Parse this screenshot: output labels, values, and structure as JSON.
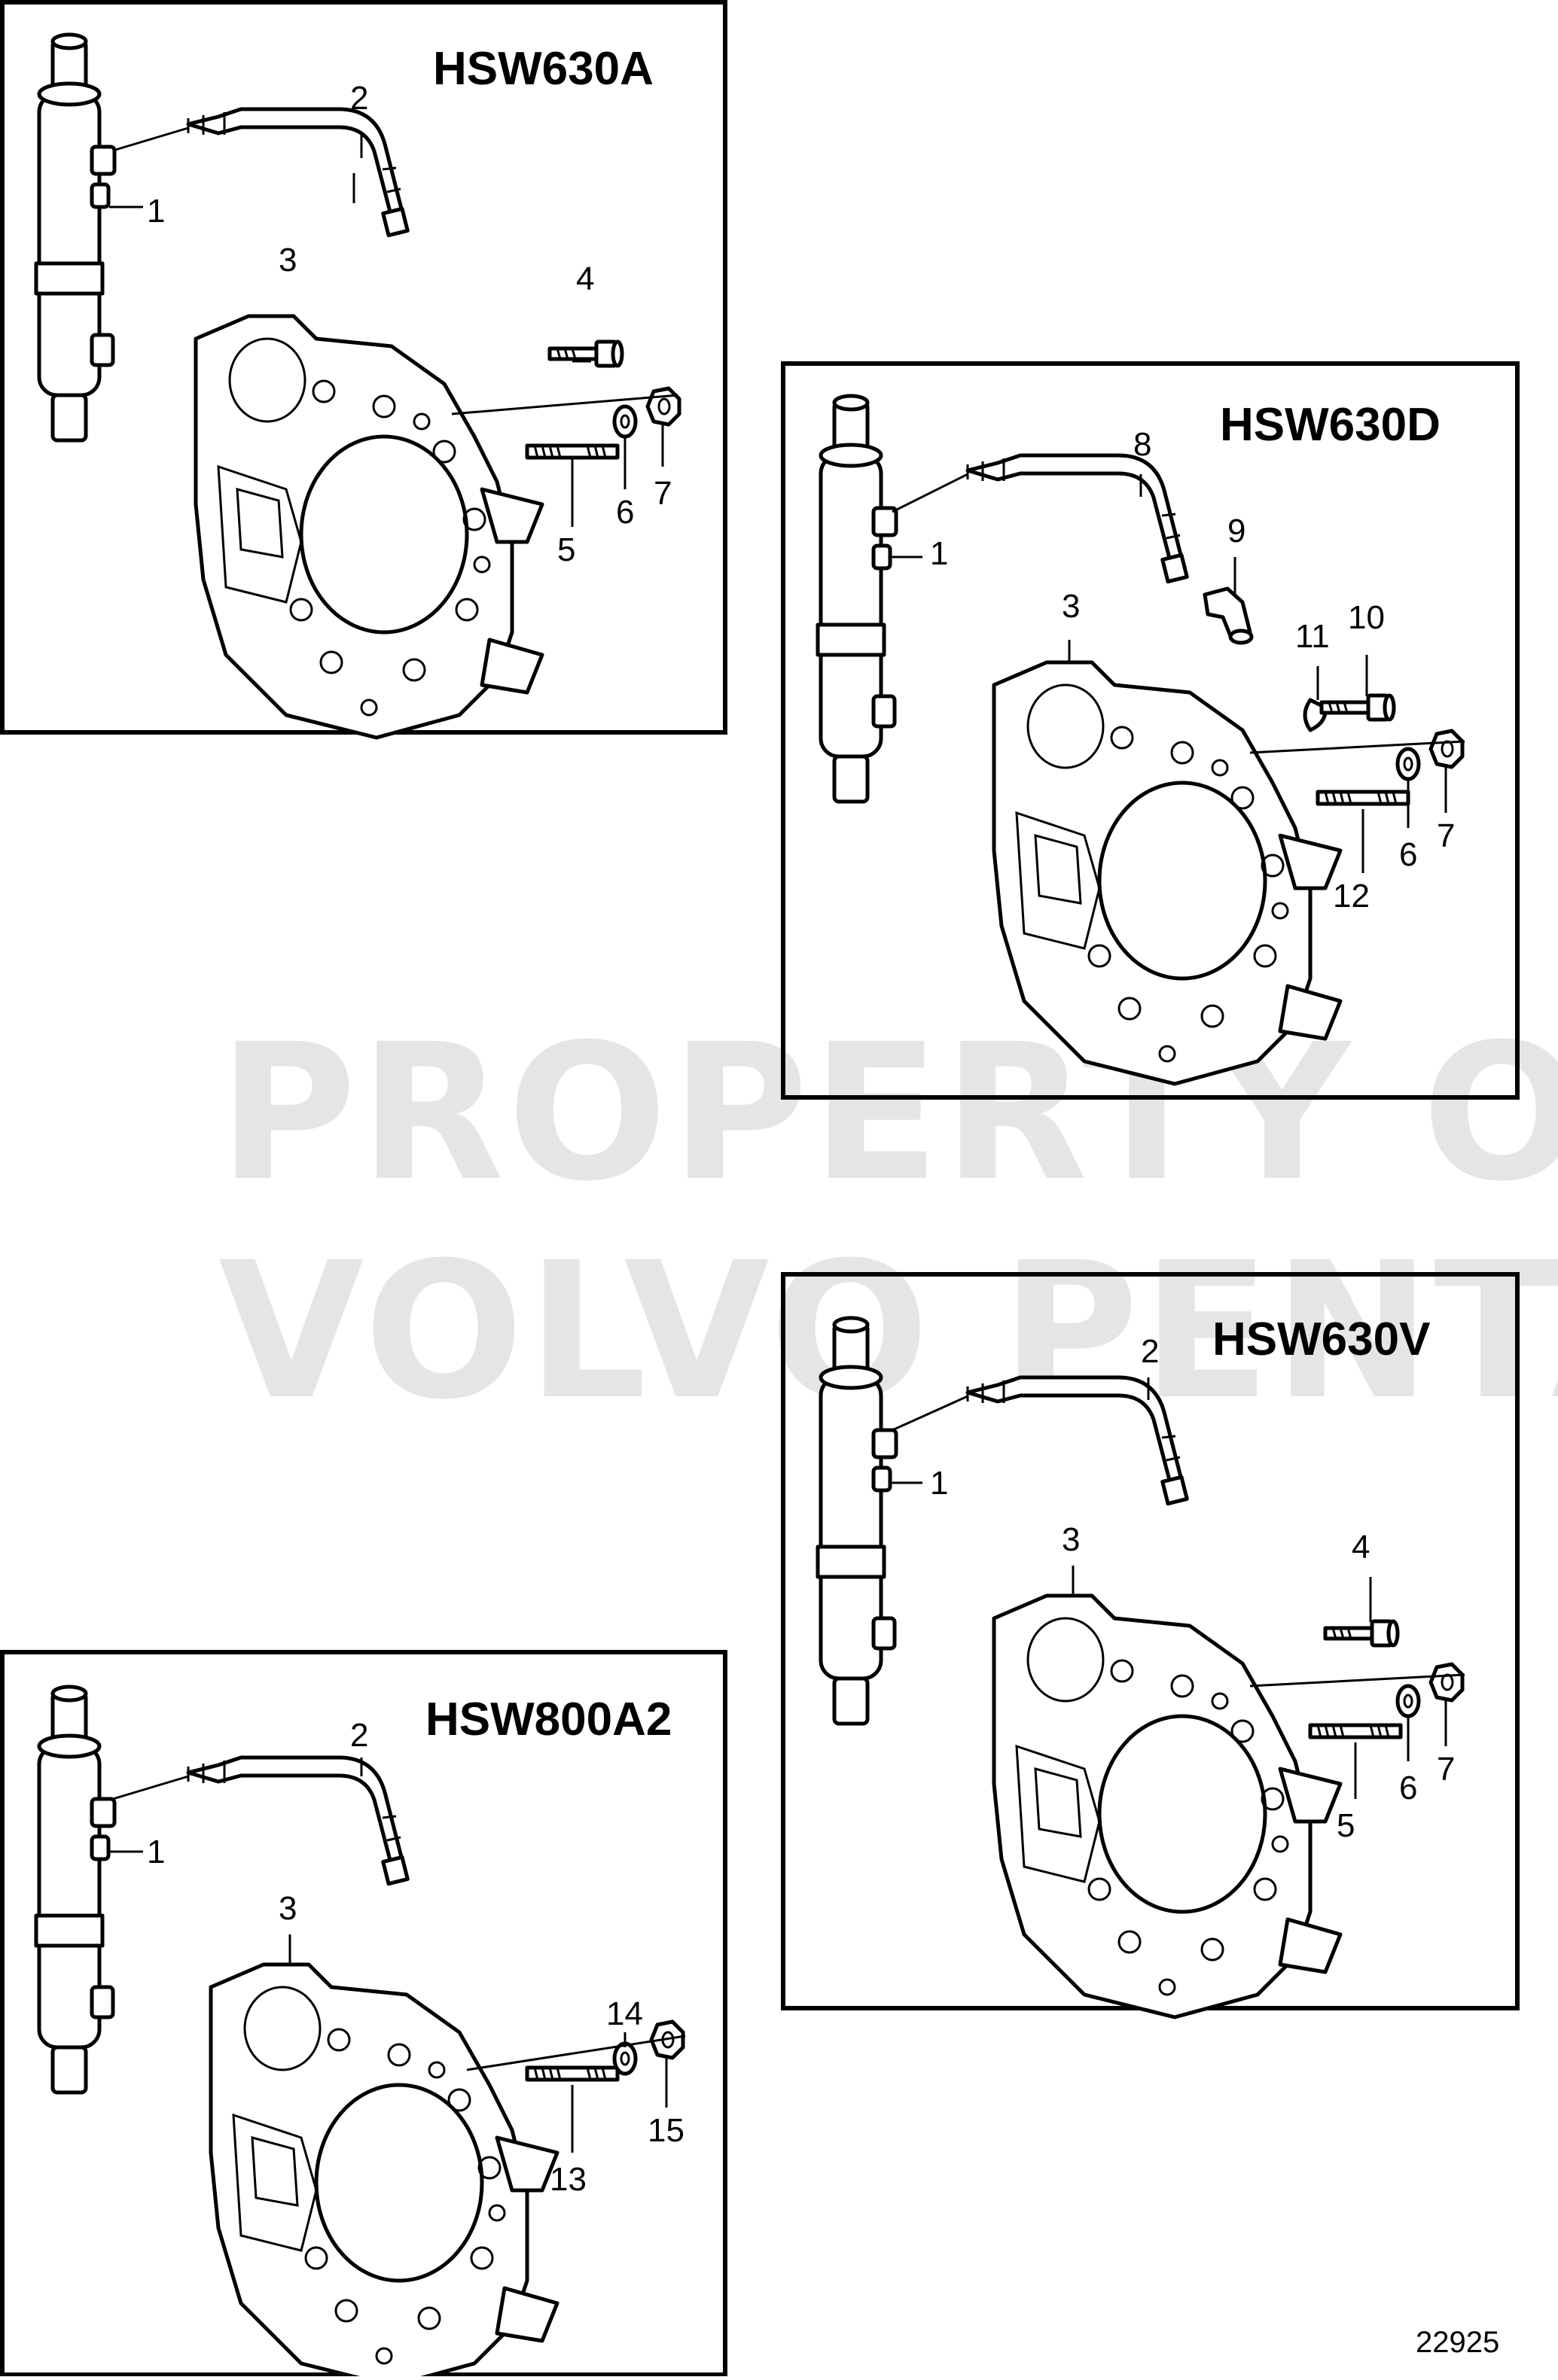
{
  "watermark": {
    "line1": "PROPERTY OF",
    "line2": "VOLVO PENTA"
  },
  "panels": [
    {
      "id": "hsw630a",
      "title": "HSW630A",
      "callouts": {
        "cooler": "1",
        "hose": "2",
        "housing": "3",
        "bolt": "4",
        "stud": "5",
        "washer": "6",
        "nut": "7"
      }
    },
    {
      "id": "hsw630d",
      "title": "HSW630D",
      "callouts": {
        "cooler": "1",
        "hose": "8",
        "elbow": "9",
        "housing": "3",
        "bolt": "10",
        "seal": "11",
        "stud": "12",
        "washer": "6",
        "nut": "7"
      }
    },
    {
      "id": "hsw630v",
      "title": "HSW630V",
      "callouts": {
        "cooler": "1",
        "hose": "2",
        "housing": "3",
        "bolt": "4",
        "stud": "5",
        "washer": "6",
        "nut": "7"
      }
    },
    {
      "id": "hsw800a2",
      "title": "HSW800A2",
      "callouts": {
        "cooler": "1",
        "hose": "2",
        "housing": "3",
        "washer": "14",
        "stud": "13",
        "nut": "15"
      }
    }
  ],
  "figure_number": "22925"
}
